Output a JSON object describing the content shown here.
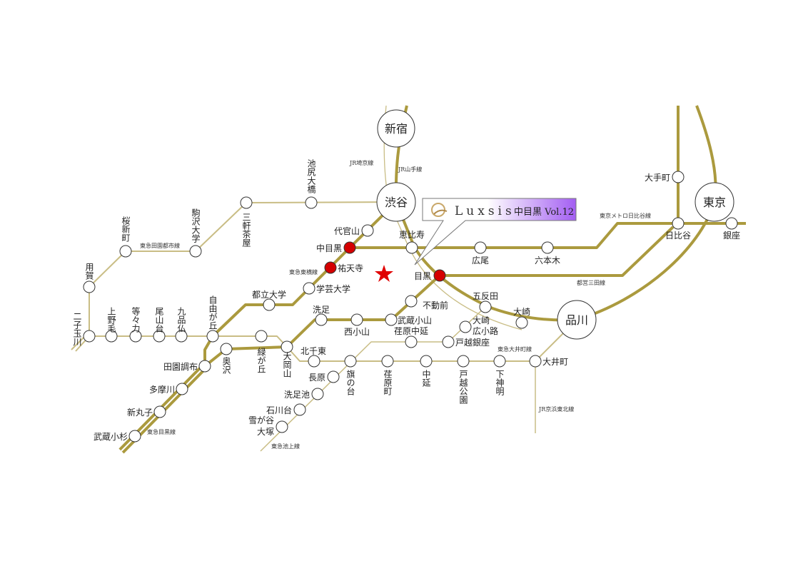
{
  "map": {
    "callout": {
      "brand": "Luxsis",
      "title": "中目黒 Vol.12"
    },
    "lines": {
      "jr_saikyo": "JR埼京線",
      "jr_yamanote": "JR山手線",
      "tokyu_denentoshi": "東急田園都市線",
      "tokyu_toyoko": "東急東横線",
      "tokyu_meguro": "東急目黒線",
      "tokyu_ikegami": "東急池上線",
      "tokyu_oimachi": "東急大井町線",
      "jr_keihin_tohoku": "JR京浜東北線",
      "metro_hibiya": "東京メトロ日比谷線",
      "toei_mita": "都営三田線"
    },
    "stations": {
      "shinjuku": "新宿",
      "shibuya": "渋谷",
      "tokyo": "東京",
      "shinagawa": "品川",
      "ikejiriohashi": "池尻大橋",
      "sangenjaya": "三軒茶屋",
      "komazawadaigaku": "駒沢大学",
      "sakurashinmachi": "桜新町",
      "yoga": "用賀",
      "futakotamagawa": "二子玉川",
      "kaminoge": "上野毛",
      "todoroki": "等々力",
      "oyamadai": "尾山台",
      "kuhonbutsu": "九品仏",
      "jiyugaoka": "自由が丘",
      "midorigaoka": "緑が丘",
      "ookayama": "大岡山",
      "kitasenzoku": "北千東",
      "hatanodai": "旗の台",
      "ebaramachi": "荏原町",
      "nakanobu": "中延",
      "togoshikoen": "戸越公園",
      "shimoshinmei": "下神明",
      "oimachi": "大井町",
      "okusawa": "奥沢",
      "denenchofu": "田園調布",
      "tamagawa": "多摩川",
      "shinmaruko": "新丸子",
      "musashikosugi": "武蔵小杉",
      "senzoku": "洗足",
      "nishikoyama": "西小山",
      "musashikoyama": "武蔵小山",
      "fudomae": "不動前",
      "meguro": "目黒",
      "nakameguro": "中目黒",
      "yutenji": "祐天寺",
      "gakugeidaigaku": "学芸大学",
      "toritsudaigaku": "都立大学",
      "daikanyama": "代官山",
      "ebisu": "恵比寿",
      "hiroo": "広尾",
      "roppongi": "六本木",
      "hibiya": "日比谷",
      "ginza": "銀座",
      "otemachi": "大手町",
      "gotanda": "五反田",
      "osaki": "大崎",
      "osakihirokoji": [
        "大崎",
        "広小路"
      ],
      "togoshiginza": "戸越銀座",
      "ebaranakanobu": "荏原中延",
      "nagahara": "長原",
      "senzokuike": "洗足池",
      "ishikawadai": "石川台",
      "yukigayaotsuka": [
        "雪が谷",
        "大塚"
      ]
    },
    "colors": {
      "line": "#ab9a3e",
      "thin_line": "#c9bd85",
      "target_station": "#d40000",
      "property_star": "#e00000",
      "callout_accent": "#a35ef2"
    }
  }
}
